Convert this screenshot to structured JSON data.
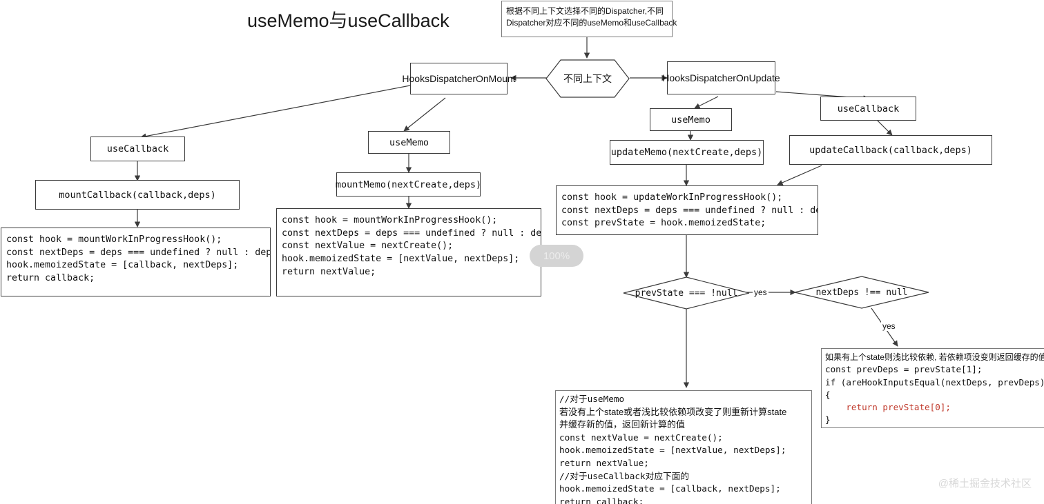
{
  "title": "useMemo与useCallback",
  "zoom_indicator": "100%",
  "watermark": "@稀土掘金技术社区",
  "notes": {
    "dispatcher_note": "根据不同上下文选择不同的Dispatcher,不同\nDispatcher对应不同的useMemo和useCallback"
  },
  "nodes": {
    "context_hex": "不同上下文",
    "mount_dispatcher": "HooksDispatcherOnMount",
    "update_dispatcher": "HooksDispatcherOnUpdate",
    "mount_use_callback": "useCallback",
    "mount_use_memo": "useMemo",
    "update_use_memo": "useMemo",
    "update_use_callback": "useCallback",
    "mount_callback_fn": "mountCallback(callback,deps)",
    "mount_memo_fn": "mountMemo(nextCreate,deps)",
    "update_memo_fn": "updateMemo(nextCreate,deps)",
    "update_callback_fn": "updateCallback(callback,deps)"
  },
  "decisions": {
    "prev_state": "prevState === !null",
    "next_deps": "nextDeps !== null"
  },
  "edge_labels": {
    "yes_1": "yes",
    "yes_2": "yes"
  },
  "code": {
    "mount_callback_body": [
      "const hook = mountWorkInProgressHook();",
      "const nextDeps = deps === undefined ? null : deps;",
      "hook.memoizedState = [callback, nextDeps];",
      "return callback;"
    ],
    "mount_memo_body": [
      "const hook = mountWorkInProgressHook();",
      "const nextDeps = deps === undefined ? null : deps;",
      "const nextValue = nextCreate();",
      "hook.memoizedState = [nextValue, nextDeps];",
      "return nextValue;"
    ],
    "update_body": [
      "const hook = updateWorkInProgressHook();",
      "const nextDeps = deps === undefined ? null : deps;",
      "const prevState = hook.memoizedState;"
    ],
    "shallow_compare_body": [
      "如果有上个state则浅比较依赖, 若依赖项没变则返回缓存的值",
      "const prevDeps = prevState[1];",
      "if (areHookInputsEqual(nextDeps, prevDeps))",
      "{",
      "    return prevState[0];",
      "}"
    ],
    "recompute_body": [
      "//对于useMemo",
      "若没有上个state或者浅比较依赖项改变了则重新计算state",
      "并缓存新的值，返回新计算的值",
      "const nextValue = nextCreate();",
      "hook.memoizedState = [nextValue, nextDeps];",
      "return nextValue;",
      "//对于useCallback对应下面的",
      "hook.memoizedState = [callback, nextDeps];",
      "return callback;"
    ]
  },
  "colors": {
    "stroke": "#3b3b3b",
    "note_stroke": "#7a7a7a",
    "background": "#ffffff",
    "keyword_red": "#c0392b",
    "watermark": "#d8d8d8",
    "zoom_pill": "#d4d4d4"
  }
}
